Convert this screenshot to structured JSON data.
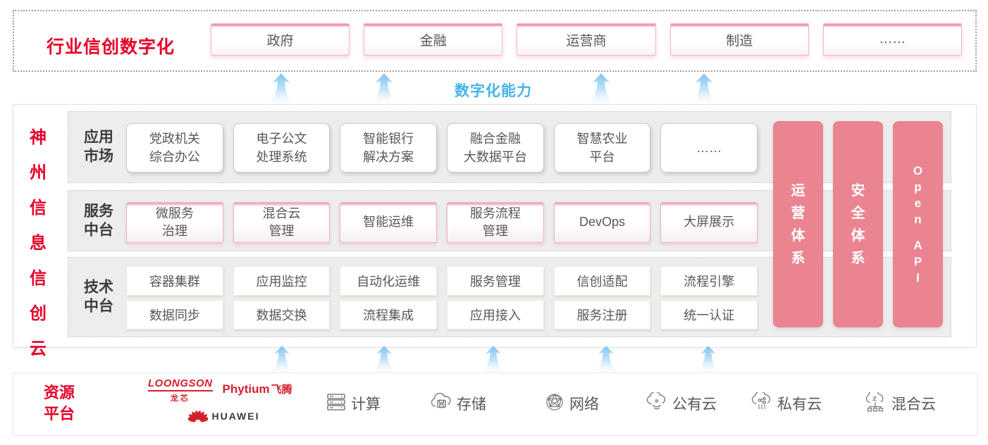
{
  "colors": {
    "brand_red": "#e60027",
    "pillar_pink": "#ea8491",
    "capability_blue": "#45b4e8",
    "box_text_gray": "#595757"
  },
  "industry_band": {
    "label": "行业信创数字化",
    "items": [
      "政府",
      "金融",
      "运营商",
      "制造",
      "……"
    ]
  },
  "capability": {
    "label": "数字化能力"
  },
  "cloud": {
    "title": "神州信息信创云",
    "rows": [
      {
        "label": "应用市场",
        "label_lines": [
          "应用",
          "市场"
        ],
        "boxes": [
          [
            "党政机关",
            "综合办公"
          ],
          [
            "电子公文",
            "处理系统"
          ],
          [
            "智能银行",
            "解决方案"
          ],
          [
            "融合金融",
            "大数据平台"
          ],
          [
            "智慧农业",
            "平台"
          ],
          [
            "……"
          ]
        ]
      },
      {
        "label": "服务中台",
        "label_lines": [
          "服务",
          "中台"
        ],
        "boxes": [
          [
            "微服务",
            "治理"
          ],
          [
            "混合云",
            "管理"
          ],
          [
            "智能运维"
          ],
          [
            "服务流程",
            "管理"
          ],
          [
            "DevOps"
          ],
          [
            "大屏展示"
          ]
        ]
      },
      {
        "label": "技术中台",
        "label_lines": [
          "技术",
          "中台"
        ],
        "box_rows": [
          [
            "容器集群",
            "应用监控",
            "自动化运维",
            "服务管理",
            "信创适配",
            "流程引擎"
          ],
          [
            "数据同步",
            "数据交换",
            "流程集成",
            "应用接入",
            "服务注册",
            "统一认证"
          ]
        ]
      }
    ],
    "pillars": [
      "运营体系",
      "安全体系",
      "Open API"
    ]
  },
  "resources": {
    "label": "资源平台",
    "label_lines": [
      "资源",
      "平台"
    ],
    "vendors": [
      {
        "name": "LOONGSON",
        "sub": "龙芯"
      },
      {
        "name": "Phytium",
        "sub": "飞腾"
      },
      {
        "name": "HUAWEI"
      }
    ],
    "items": [
      {
        "icon": "compute-icon",
        "label": "计算"
      },
      {
        "icon": "storage-icon",
        "label": "存储"
      },
      {
        "icon": "network-icon",
        "label": "网络"
      },
      {
        "icon": "public-cloud-icon",
        "label": "公有云"
      },
      {
        "icon": "private-cloud-icon",
        "label": "私有云"
      },
      {
        "icon": "hybrid-cloud-icon",
        "label": "混合云"
      }
    ]
  }
}
